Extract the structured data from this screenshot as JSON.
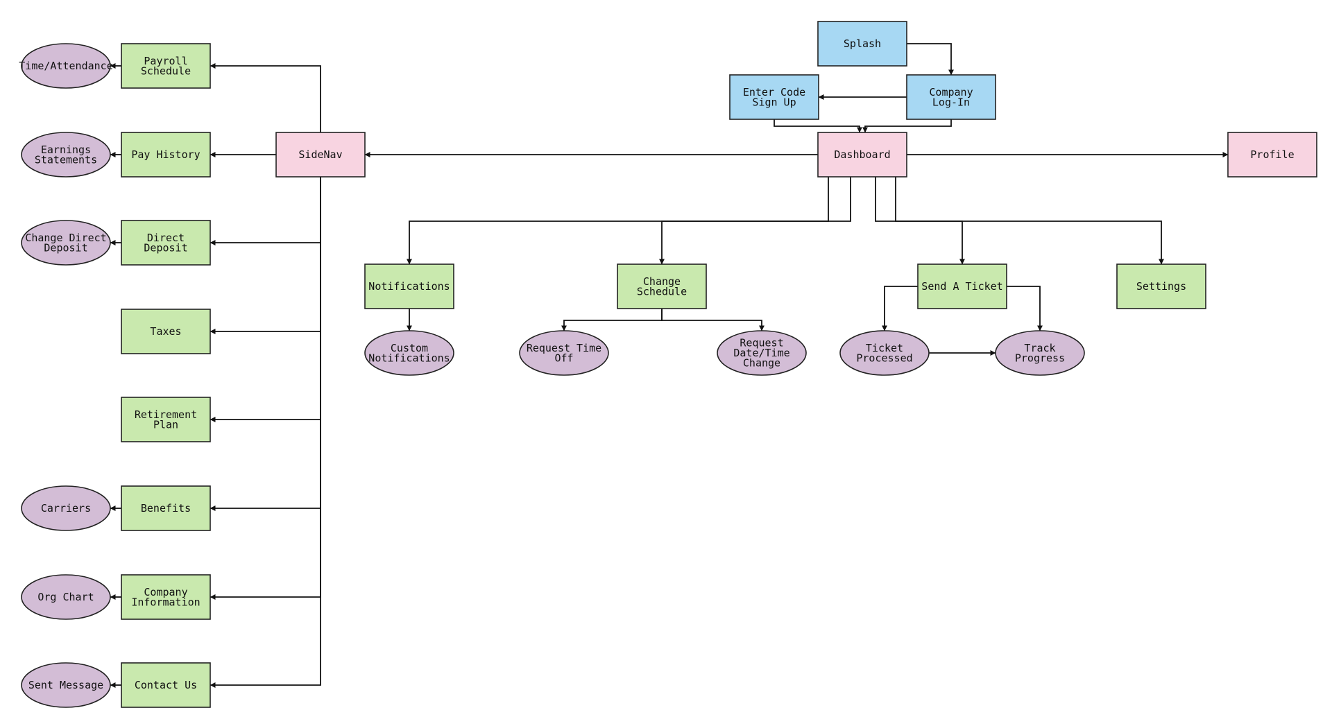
{
  "diagram": {
    "colors": {
      "blue": "#a7d8f3",
      "pink": "#f8d4e1",
      "green": "#c9e9ae",
      "purple": "#d3bdd6",
      "line": "#111111"
    },
    "nodes": [
      {
        "id": "splash",
        "shape": "rect",
        "color": "blue",
        "lines": [
          "Splash"
        ]
      },
      {
        "id": "enter-code",
        "shape": "rect",
        "color": "blue",
        "lines": [
          "Enter Code",
          "Sign Up"
        ]
      },
      {
        "id": "company-login",
        "shape": "rect",
        "color": "blue",
        "lines": [
          "Company",
          "Log-In"
        ]
      },
      {
        "id": "dashboard",
        "shape": "rect",
        "color": "pink",
        "lines": [
          "Dashboard"
        ]
      },
      {
        "id": "sidenav",
        "shape": "rect",
        "color": "pink",
        "lines": [
          "SideNav"
        ]
      },
      {
        "id": "profile",
        "shape": "rect",
        "color": "pink",
        "lines": [
          "Profile"
        ]
      },
      {
        "id": "payroll-schedule",
        "shape": "rect",
        "color": "green",
        "lines": [
          "Payroll",
          "Schedule"
        ]
      },
      {
        "id": "pay-history",
        "shape": "rect",
        "color": "green",
        "lines": [
          "Pay History"
        ]
      },
      {
        "id": "direct-deposit",
        "shape": "rect",
        "color": "green",
        "lines": [
          "Direct",
          "Deposit"
        ]
      },
      {
        "id": "taxes",
        "shape": "rect",
        "color": "green",
        "lines": [
          "Taxes"
        ]
      },
      {
        "id": "retirement-plan",
        "shape": "rect",
        "color": "green",
        "lines": [
          "Retirement",
          "Plan"
        ]
      },
      {
        "id": "benefits",
        "shape": "rect",
        "color": "green",
        "lines": [
          "Benefits"
        ]
      },
      {
        "id": "company-information",
        "shape": "rect",
        "color": "green",
        "lines": [
          "Company",
          "Information"
        ]
      },
      {
        "id": "contact-us",
        "shape": "rect",
        "color": "green",
        "lines": [
          "Contact Us"
        ]
      },
      {
        "id": "notifications",
        "shape": "rect",
        "color": "green",
        "lines": [
          "Notifications"
        ]
      },
      {
        "id": "change-schedule",
        "shape": "rect",
        "color": "green",
        "lines": [
          "Change",
          "Schedule"
        ]
      },
      {
        "id": "send-a-ticket",
        "shape": "rect",
        "color": "green",
        "lines": [
          "Send A Ticket"
        ]
      },
      {
        "id": "settings",
        "shape": "rect",
        "color": "green",
        "lines": [
          "Settings"
        ]
      },
      {
        "id": "time-attendance",
        "shape": "ellipse",
        "color": "purple",
        "lines": [
          "Time/Attendance"
        ]
      },
      {
        "id": "earnings-statements",
        "shape": "ellipse",
        "color": "purple",
        "lines": [
          "Earnings",
          "Statements"
        ]
      },
      {
        "id": "change-direct-deposit",
        "shape": "ellipse",
        "color": "purple",
        "lines": [
          "Change Direct",
          "Deposit"
        ]
      },
      {
        "id": "carriers",
        "shape": "ellipse",
        "color": "purple",
        "lines": [
          "Carriers"
        ]
      },
      {
        "id": "org-chart",
        "shape": "ellipse",
        "color": "purple",
        "lines": [
          "Org Chart"
        ]
      },
      {
        "id": "sent-message",
        "shape": "ellipse",
        "color": "purple",
        "lines": [
          "Sent Message"
        ]
      },
      {
        "id": "custom-notifications",
        "shape": "ellipse",
        "color": "purple",
        "lines": [
          "Custom",
          "Notifications"
        ]
      },
      {
        "id": "request-time-off",
        "shape": "ellipse",
        "color": "purple",
        "lines": [
          "Request Time",
          "Off"
        ]
      },
      {
        "id": "request-date-time-change",
        "shape": "ellipse",
        "color": "purple",
        "lines": [
          "Request",
          "Date/Time",
          "Change"
        ]
      },
      {
        "id": "ticket-processed",
        "shape": "ellipse",
        "color": "purple",
        "lines": [
          "Ticket",
          "Processed"
        ]
      },
      {
        "id": "track-progress",
        "shape": "ellipse",
        "color": "purple",
        "lines": [
          "Track",
          "Progress"
        ]
      }
    ],
    "edges": [
      {
        "from": "splash",
        "to": "company-login"
      },
      {
        "from": "company-login",
        "to": "enter-code"
      },
      {
        "from": "enter-code",
        "to": "dashboard"
      },
      {
        "from": "company-login",
        "to": "dashboard"
      },
      {
        "from": "dashboard",
        "to": "sidenav"
      },
      {
        "from": "dashboard",
        "to": "profile"
      },
      {
        "from": "sidenav",
        "to": "payroll-schedule"
      },
      {
        "from": "sidenav",
        "to": "pay-history"
      },
      {
        "from": "sidenav",
        "to": "direct-deposit"
      },
      {
        "from": "sidenav",
        "to": "taxes"
      },
      {
        "from": "sidenav",
        "to": "retirement-plan"
      },
      {
        "from": "sidenav",
        "to": "benefits"
      },
      {
        "from": "sidenav",
        "to": "company-information"
      },
      {
        "from": "sidenav",
        "to": "contact-us"
      },
      {
        "from": "payroll-schedule",
        "to": "time-attendance"
      },
      {
        "from": "pay-history",
        "to": "earnings-statements"
      },
      {
        "from": "direct-deposit",
        "to": "change-direct-deposit"
      },
      {
        "from": "benefits",
        "to": "carriers"
      },
      {
        "from": "company-information",
        "to": "org-chart"
      },
      {
        "from": "contact-us",
        "to": "sent-message"
      },
      {
        "from": "dashboard",
        "to": "notifications"
      },
      {
        "from": "dashboard",
        "to": "change-schedule"
      },
      {
        "from": "dashboard",
        "to": "send-a-ticket"
      },
      {
        "from": "dashboard",
        "to": "settings"
      },
      {
        "from": "notifications",
        "to": "custom-notifications"
      },
      {
        "from": "change-schedule",
        "to": "request-time-off"
      },
      {
        "from": "change-schedule",
        "to": "request-date-time-change"
      },
      {
        "from": "send-a-ticket",
        "to": "ticket-processed"
      },
      {
        "from": "send-a-ticket",
        "to": "track-progress"
      },
      {
        "from": "ticket-processed",
        "to": "track-progress"
      }
    ]
  }
}
